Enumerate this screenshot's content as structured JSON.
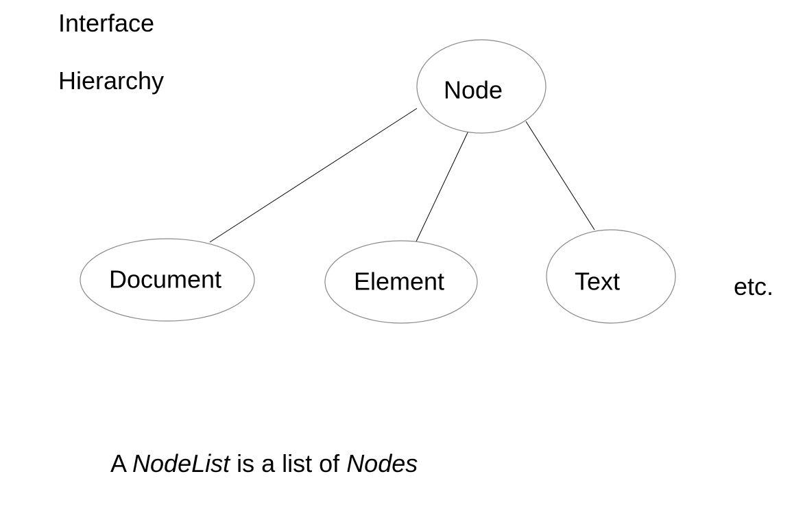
{
  "title": {
    "line1": "Interface",
    "line2": "Hierarchy"
  },
  "nodes": {
    "root": "Node",
    "children": [
      "Document",
      "Element",
      "Text"
    ]
  },
  "continuation": "etc.",
  "caption": {
    "prefix": "A ",
    "term1": "NodeList",
    "middle": " is a list of ",
    "term2": "Nodes"
  }
}
